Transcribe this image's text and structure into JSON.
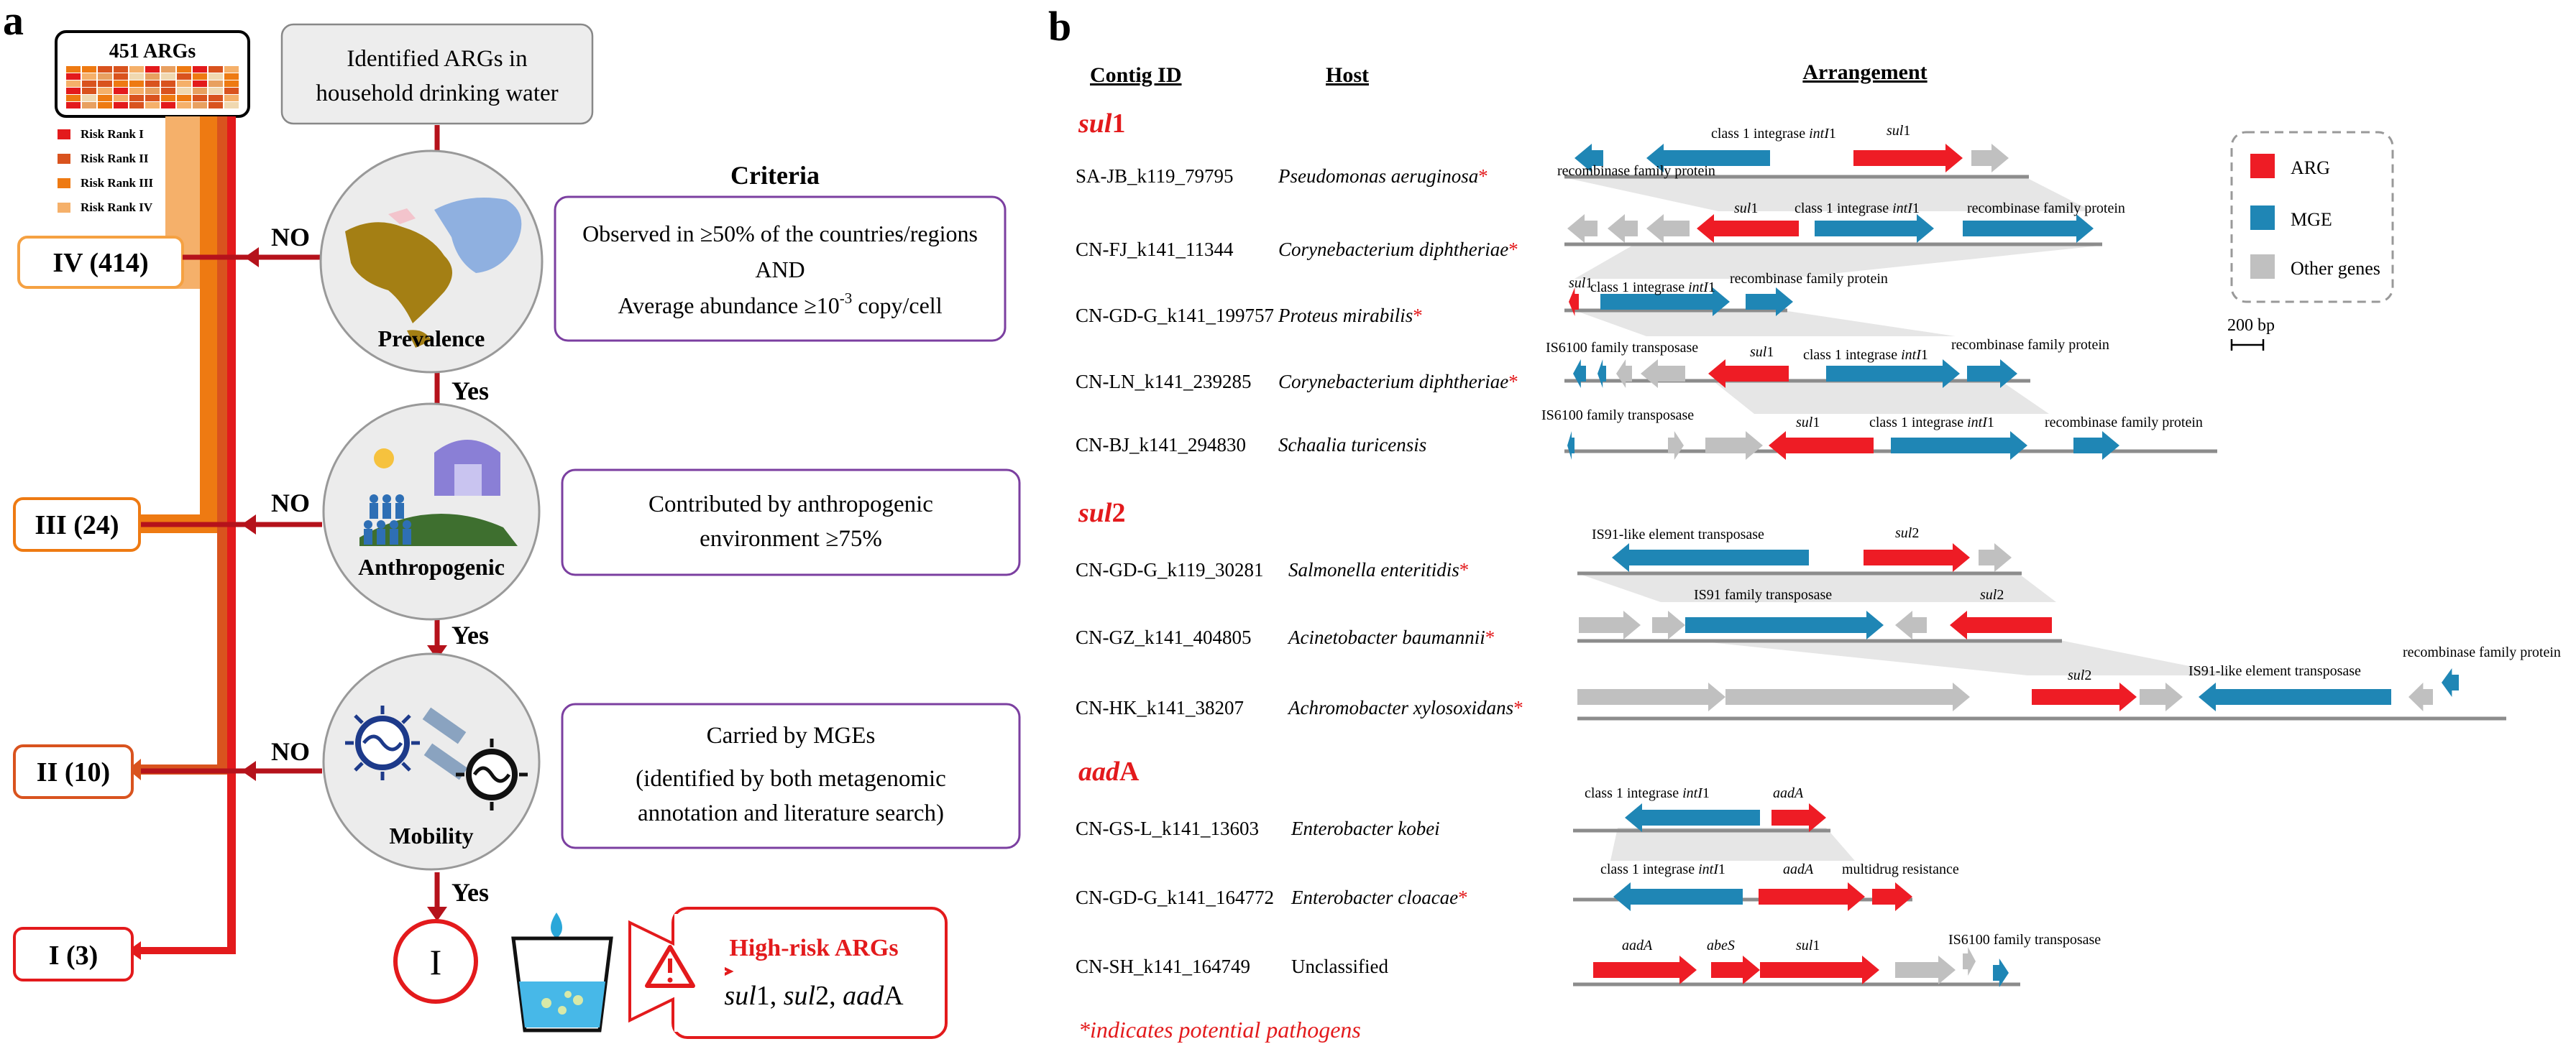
{
  "panel_a": {
    "panel_letter": "a",
    "args_box_title": "451 ARGs",
    "risk_legend": [
      "Risk Rank I",
      "Risk Rank II",
      "Risk Rank III",
      "Risk Rank IV"
    ],
    "rank_boxes": [
      "IV (414)",
      "III (24)",
      "II (10)",
      "I (3)"
    ],
    "start_text": [
      "Identified ARGs in",
      "household drinking water"
    ],
    "criteria_title": "Criteria",
    "no_label": "NO",
    "yes_label": "Yes",
    "step_labels": [
      "Prevalence",
      "Anthropogenic",
      "Mobility"
    ],
    "criteria": {
      "prevalence": {
        "line1": "Observed in ≥50% of the countries/regions",
        "line2": "AND",
        "line3_pre": "Average abundance ≥10",
        "line3_sup": "-3",
        "line3_post": " copy/cell"
      },
      "anthropogenic": [
        "Contributed by anthropogenic",
        "environment ≥75%"
      ],
      "mobility": [
        "Carried by MGEs",
        "(identified by both metagenomic",
        "annotation and literature search)"
      ]
    },
    "final_rank": "I",
    "highrisk_title": "High-risk ARGs",
    "highrisk_genes": [
      "sul",
      "1",
      ", ",
      "sul",
      "2",
      ",  ",
      "aad",
      "A"
    ],
    "colors": {
      "rank1": "#e31a1c",
      "rank2": "#d9531e",
      "rank3": "#ee7a12",
      "rank4": "#f5b06a",
      "criteria_border": "#7b3fa0",
      "arrow_dark": "#b5121b"
    }
  },
  "panel_b": {
    "panel_letter": "b",
    "headers": [
      "Contig ID",
      "Host",
      "Arrangement"
    ],
    "groups": [
      {
        "name_pre": "sul",
        "name_post": "1"
      },
      {
        "name_pre": "sul",
        "name_post": "2"
      },
      {
        "name_pre": "aad",
        "name_post": "A"
      }
    ],
    "contigs": [
      {
        "id": "SA-JB_k119_79795",
        "host": "Pseudomonas aeruginosa",
        "pathogen": true
      },
      {
        "id": "CN-FJ_k141_11344",
        "host": "Corynebacterium diphtheriae",
        "pathogen": true
      },
      {
        "id": "CN-GD-G_k141_199757",
        "host": "Proteus mirabilis",
        "pathogen": true
      },
      {
        "id": "CN-LN_k141_239285",
        "host": "Corynebacterium diphtheriae",
        "pathogen": true
      },
      {
        "id": "CN-BJ_k141_294830",
        "host": "Schaalia turicensis",
        "pathogen": false
      },
      {
        "id": "CN-GD-G_k119_30281",
        "host": "Salmonella enteritidis",
        "pathogen": true
      },
      {
        "id": "CN-GZ_k141_404805",
        "host": "Acinetobacter baumannii",
        "pathogen": true
      },
      {
        "id": "CN-HK_k141_38207",
        "host": "Achromobacter xylosoxidans",
        "pathogen": true
      },
      {
        "id": "CN-GS-L_k141_13603",
        "host": "Enterobacter kobei",
        "pathogen": false
      },
      {
        "id": "CN-GD-G_k141_164772",
        "host": "Enterobacter cloacae",
        "pathogen": true
      },
      {
        "id": "CN-SH_k141_164749",
        "host": "Unclassified",
        "pathogen": false
      }
    ],
    "asterisk": "*",
    "gene_labels": {
      "integrase_pre": "class 1 integrase ",
      "integrase_it": "intI",
      "integrase_num": "1",
      "recombinase": "recombinase family protein",
      "is6100": "IS6100 family transposase",
      "is91like": "IS91-like element transposase",
      "is91": "IS91 family transposase",
      "multidrug": "multidrug resistance",
      "sul1": "sul",
      "sul2": "sul",
      "aadA": "aadA",
      "abeS": "abeS",
      "one": "1",
      "two": "2"
    },
    "legend": [
      "ARG",
      "MGE",
      "Other genes"
    ],
    "scale_label": "200 bp",
    "footnote": "*indicates potential pathogens",
    "colors": {
      "arg": "#ee1c25",
      "mge": "#1f86b5",
      "other": "#c0c0c0",
      "shade": "#e6e6e6",
      "line": "#909090"
    }
  }
}
